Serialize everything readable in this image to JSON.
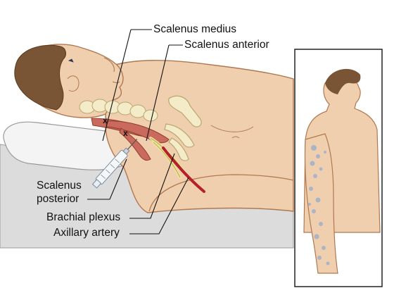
{
  "labels": {
    "scalenus_medius": "Scalenus medius",
    "scalenus_anterior": "Scalenus anterior",
    "scalenus_posterior_line1": "Scalenus",
    "scalenus_posterior_line2": "posterior",
    "brachial_plexus": "Brachial plexus",
    "axillary_artery": "Axillary artery"
  },
  "markers": {
    "injection_mark": "x"
  },
  "colors": {
    "skin": "#f0cfae",
    "skin_outline": "#b07850",
    "hair": "#7a5535",
    "muscle": "#c96a5c",
    "bone": "#f4ecc8",
    "nerve": "#efe39c",
    "artery": "#b5202a",
    "bed": "#dcdcdc",
    "pillow": "#f2f2f2",
    "anesthetic_spots": "#9fb0cc"
  }
}
